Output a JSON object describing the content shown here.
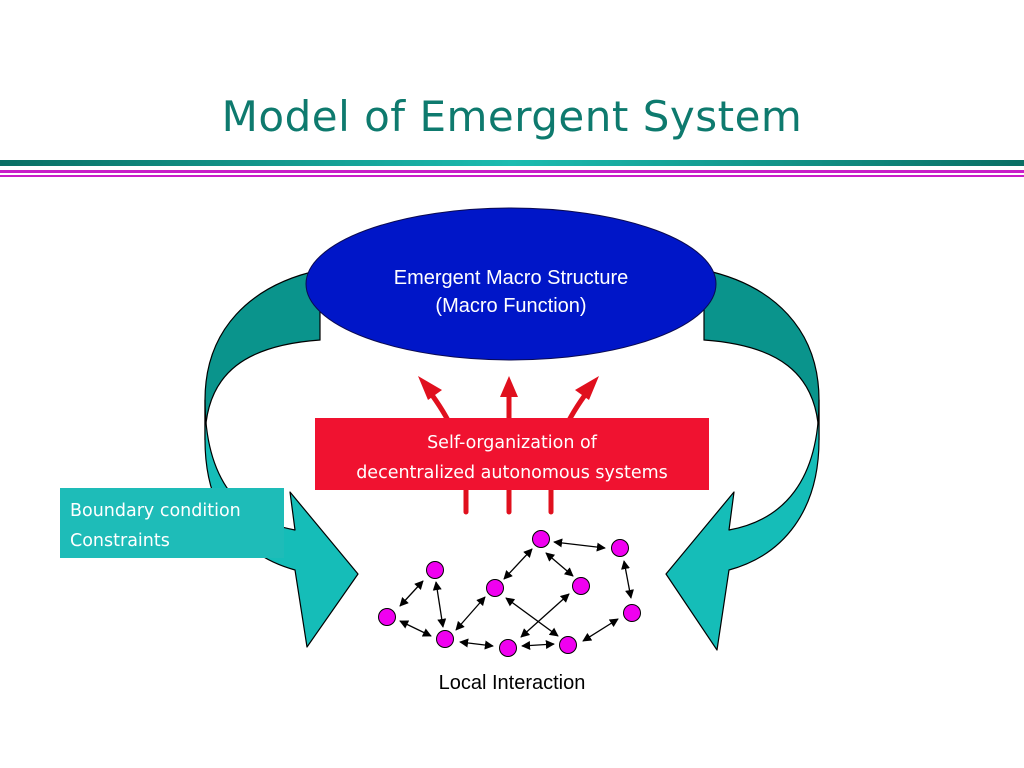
{
  "title": "Model of Emergent System",
  "macro": {
    "line1": "Emergent Macro Structure",
    "line2": "(Macro Function)"
  },
  "self_organization": {
    "line1": "Self-organization of",
    "line2": "decentralized autonomous systems"
  },
  "boundary": {
    "line1": "Boundary condition",
    "line2": "Constraints"
  },
  "local_interaction": "Local Interaction",
  "colors": {
    "title": "#0e7a6e",
    "teal_dark": "#0a948c",
    "teal_light": "#15bdb8",
    "macro_ellipse": "#0016c8",
    "self_org_box": "#f01230",
    "arrow_red": "#e0101e",
    "node": "#f000f0",
    "accent_purple": "#c81ec8"
  }
}
